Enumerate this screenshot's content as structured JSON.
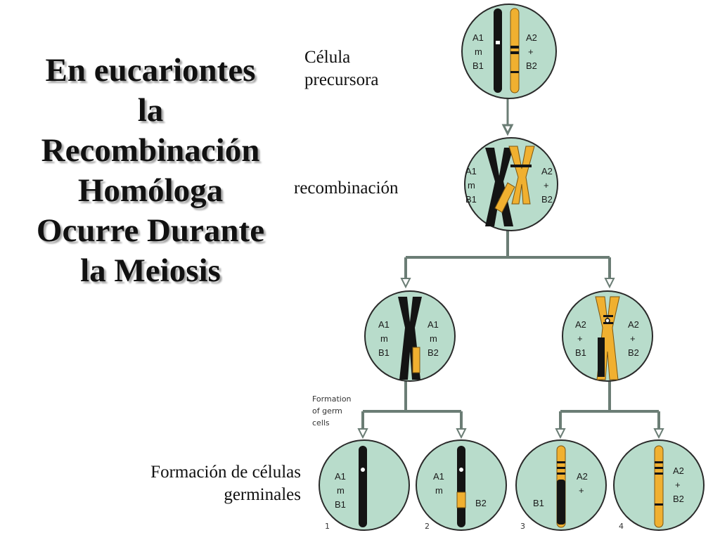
{
  "title_lines": [
    "En eucariontes",
    "la",
    "Recombinación",
    "Homóloga",
    "Ocurre Durante",
    "la Meiosis"
  ],
  "labels": {
    "precursor": [
      "Célula",
      "precursora"
    ],
    "recombination": "recombinación",
    "germ_cells": [
      "Formación de células",
      "germinales"
    ],
    "formation_en": [
      "Formation",
      "of germ",
      "cells"
    ]
  },
  "colors": {
    "cell_fill": "#b8dccb",
    "cell_stroke": "#2a2a2a",
    "paternal": "#141414",
    "maternal": "#f0b030",
    "arrow_fill": "#ffffff",
    "arrow_stroke": "#6b7d75"
  },
  "cells": {
    "precursor": {
      "left": [
        "A1",
        "m",
        "B1"
      ],
      "right": [
        "A2",
        "+",
        "B2"
      ]
    },
    "recombination": {
      "left": [
        "A1",
        "m",
        "B1"
      ],
      "right": [
        "A2",
        "+",
        "B2"
      ]
    },
    "meiosis1_left": {
      "left": [
        "A1",
        "m",
        "B1"
      ],
      "right": [
        "A1",
        "m",
        "B2"
      ]
    },
    "meiosis1_right": {
      "left": [
        "A2",
        "+",
        "B1"
      ],
      "right": [
        "A2",
        "+",
        "B2"
      ]
    },
    "gamete_1": {
      "labels": [
        "A1",
        "m",
        "B1"
      ]
    },
    "gamete_2": {
      "labels": [
        "A1",
        "m",
        "B2"
      ]
    },
    "gamete_3": {
      "labels": [
        "A2",
        "+",
        "B1"
      ]
    },
    "gamete_4": {
      "labels": [
        "A2",
        "+",
        "B2"
      ]
    }
  },
  "gamete_numbers": [
    "1",
    "2",
    "3",
    "4"
  ]
}
